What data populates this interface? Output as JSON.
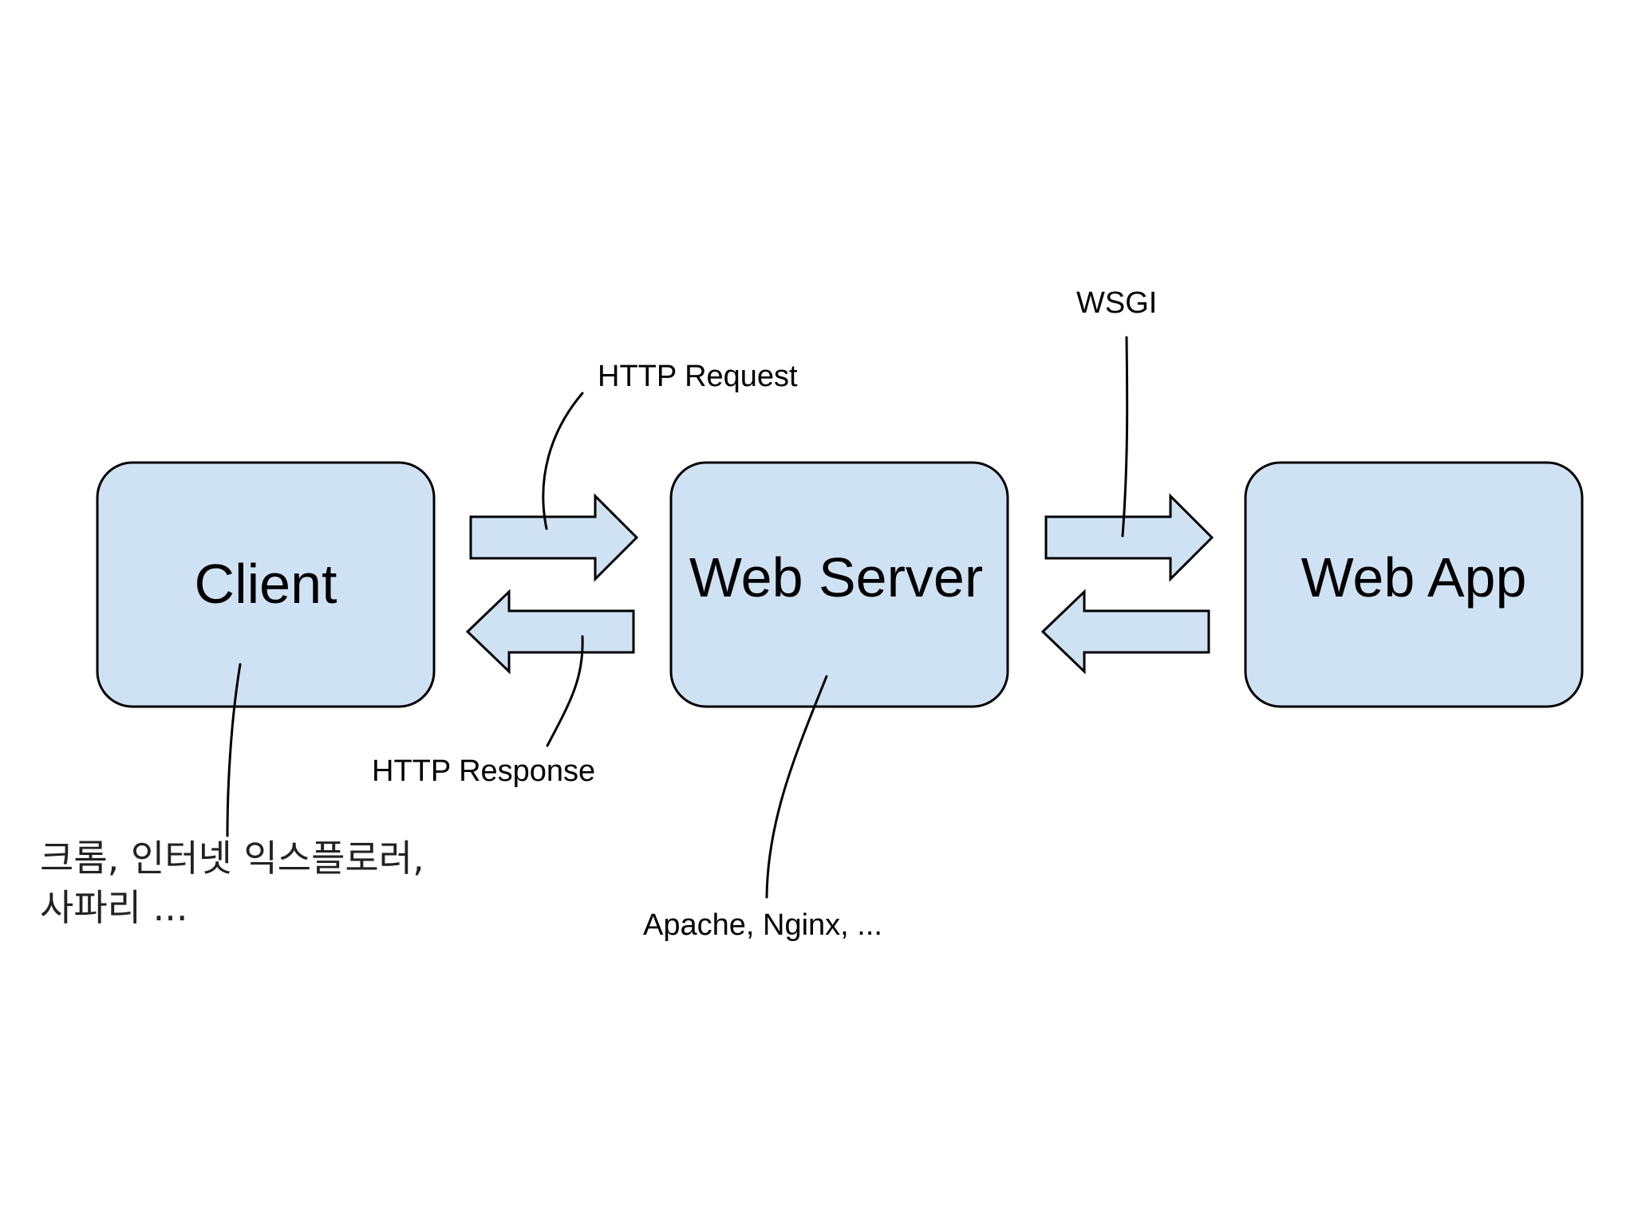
{
  "diagram": {
    "boxes": {
      "client": "Client",
      "web_server": "Web Server",
      "web_app": "Web App"
    },
    "labels": {
      "http_request": "HTTP Request",
      "http_response": "HTTP Response",
      "wsgi": "WSGI",
      "client_examples_line1": "크롬, 인터넷 익스플로러,",
      "client_examples_line2": "사파리 ...",
      "server_examples": "Apache, Nginx, ..."
    },
    "colors": {
      "box_fill": "#cfe2f3",
      "stroke": "#000000"
    }
  }
}
